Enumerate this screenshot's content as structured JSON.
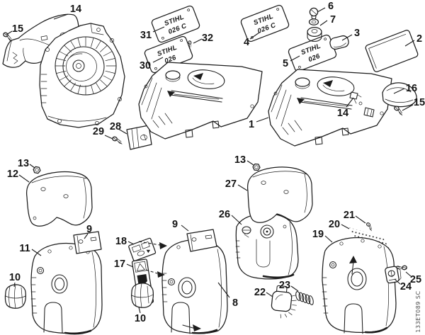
{
  "figure": {
    "watermark": "133ET089 SC",
    "background": "#ffffff",
    "line_color": "#1c1c1c"
  },
  "stickers": {
    "c": {
      "line1": "STIHL",
      "line2": "026 C"
    },
    "std": {
      "line1": "STIHL",
      "line2": "026"
    }
  },
  "callouts": {
    "shroud_1": "1",
    "cover_plate_2": "2",
    "cap_3": "3",
    "sticker_4": "4",
    "sticker_5": "5",
    "screw_6": "6",
    "grommet_7": "7",
    "cover_8": "8",
    "bracket_9_left": "9",
    "bracket_9_mid": "9",
    "deflector_10_left": "10",
    "deflector_10_mid": "10",
    "cover_11": "11",
    "cover_12": "12",
    "nut_13_left": "13",
    "nut_13_mid": "13",
    "molding_14_top": "14",
    "clip_14_right": "14",
    "screw_15_top": "15",
    "screw_15_right": "15",
    "molding_16": "16",
    "label_17": "17",
    "label_18": "18",
    "cover_19": "19",
    "screen_20": "20",
    "screw_21": "21",
    "knob_22": "22",
    "spring_23": "23",
    "latch_24": "24",
    "screw_25": "25",
    "latch_26": "26",
    "cover_27": "27",
    "bracket_28": "28",
    "screw_29": "29",
    "sticker_30": "30",
    "sticker_31": "31",
    "screw_32": "32"
  }
}
